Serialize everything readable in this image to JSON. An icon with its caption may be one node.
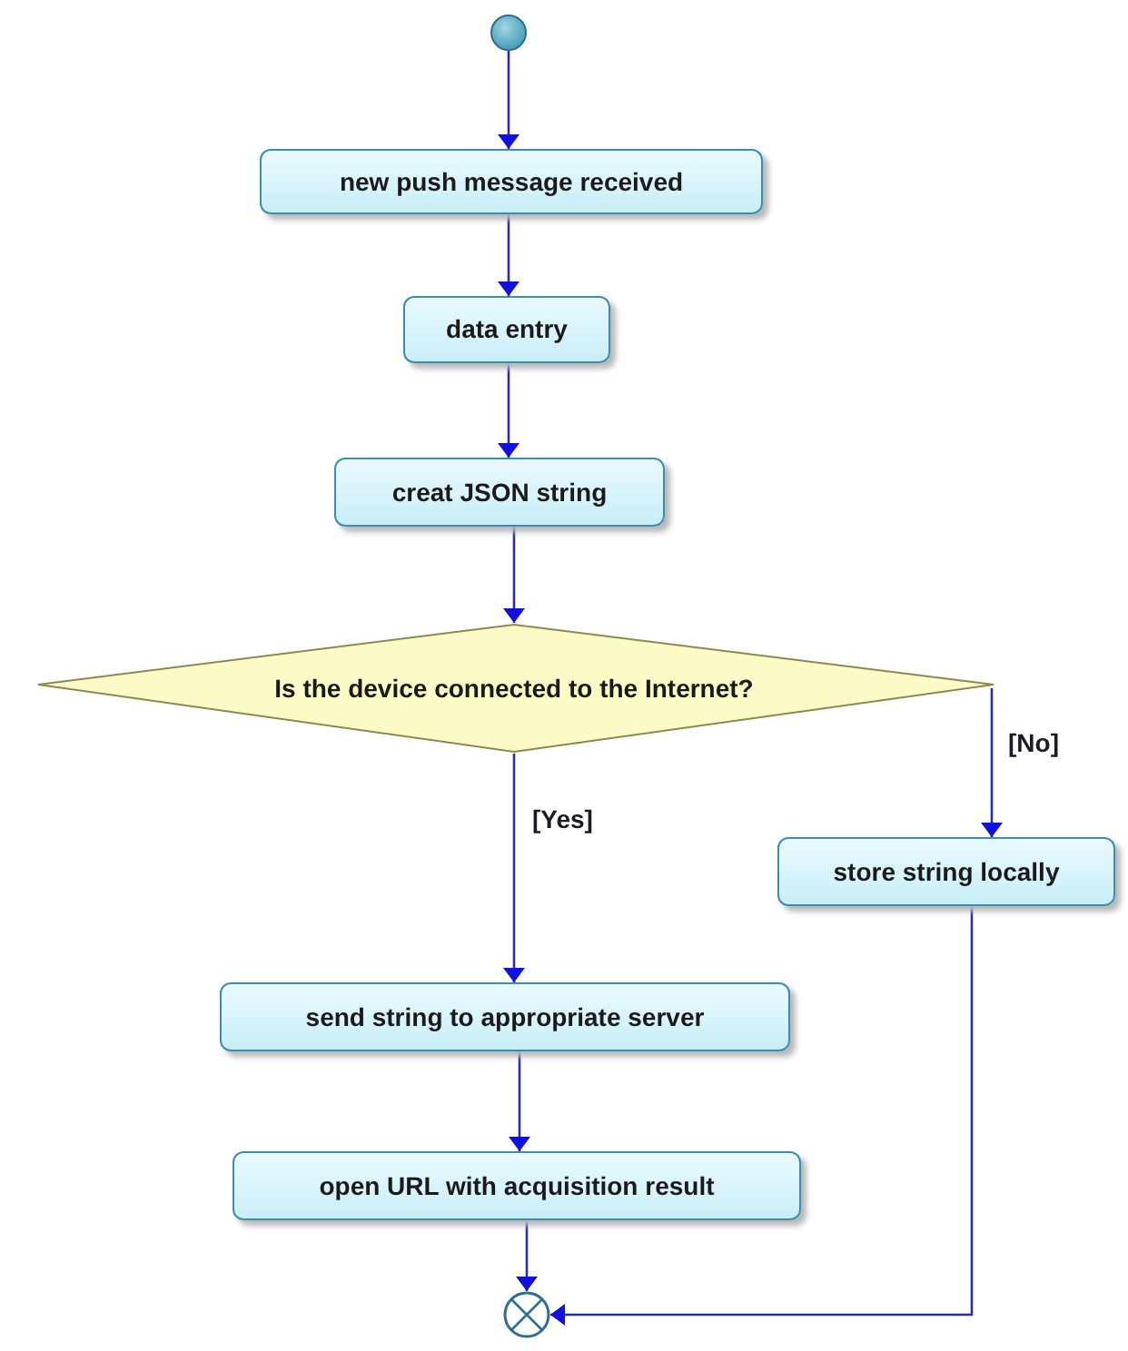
{
  "diagram": {
    "nodes": [
      {
        "text": [],
        "shape": "circle"
      },
      {
        "text": [
          "new push message received"
        ]
      },
      {
        "text": [
          "data entry"
        ]
      },
      {
        "text": [
          "creat JSON string"
        ]
      },
      {
        "text": [
          "Is the device connected to the Internet?"
        ]
      },
      {
        "text": [
          "store string locally"
        ]
      },
      {
        "text": [
          "send string to appropriate server"
        ]
      },
      {
        "text": [
          "open URL with acquisition result"
        ]
      },
      {
        "text": [],
        "shape": "circle"
      }
    ],
    "edges": [
      {
        "from": 0,
        "to": 1,
        "arrow": "to"
      },
      {
        "from": 1,
        "to": 2,
        "arrow": "to"
      },
      {
        "from": 2,
        "to": 3,
        "arrow": "to"
      },
      {
        "from": 3,
        "to": 4,
        "arrow": "to"
      },
      {
        "from": 4,
        "to": 6,
        "arrow": "to",
        "label": "[Yes]"
      },
      {
        "from": 4,
        "to": 5,
        "arrow": "to",
        "label": "[No]"
      },
      {
        "from": 6,
        "to": 7,
        "arrow": "to"
      },
      {
        "from": 7,
        "to": 8,
        "arrow": "to"
      },
      {
        "from": 5,
        "to": 8,
        "arrow": "to"
      }
    ]
  }
}
